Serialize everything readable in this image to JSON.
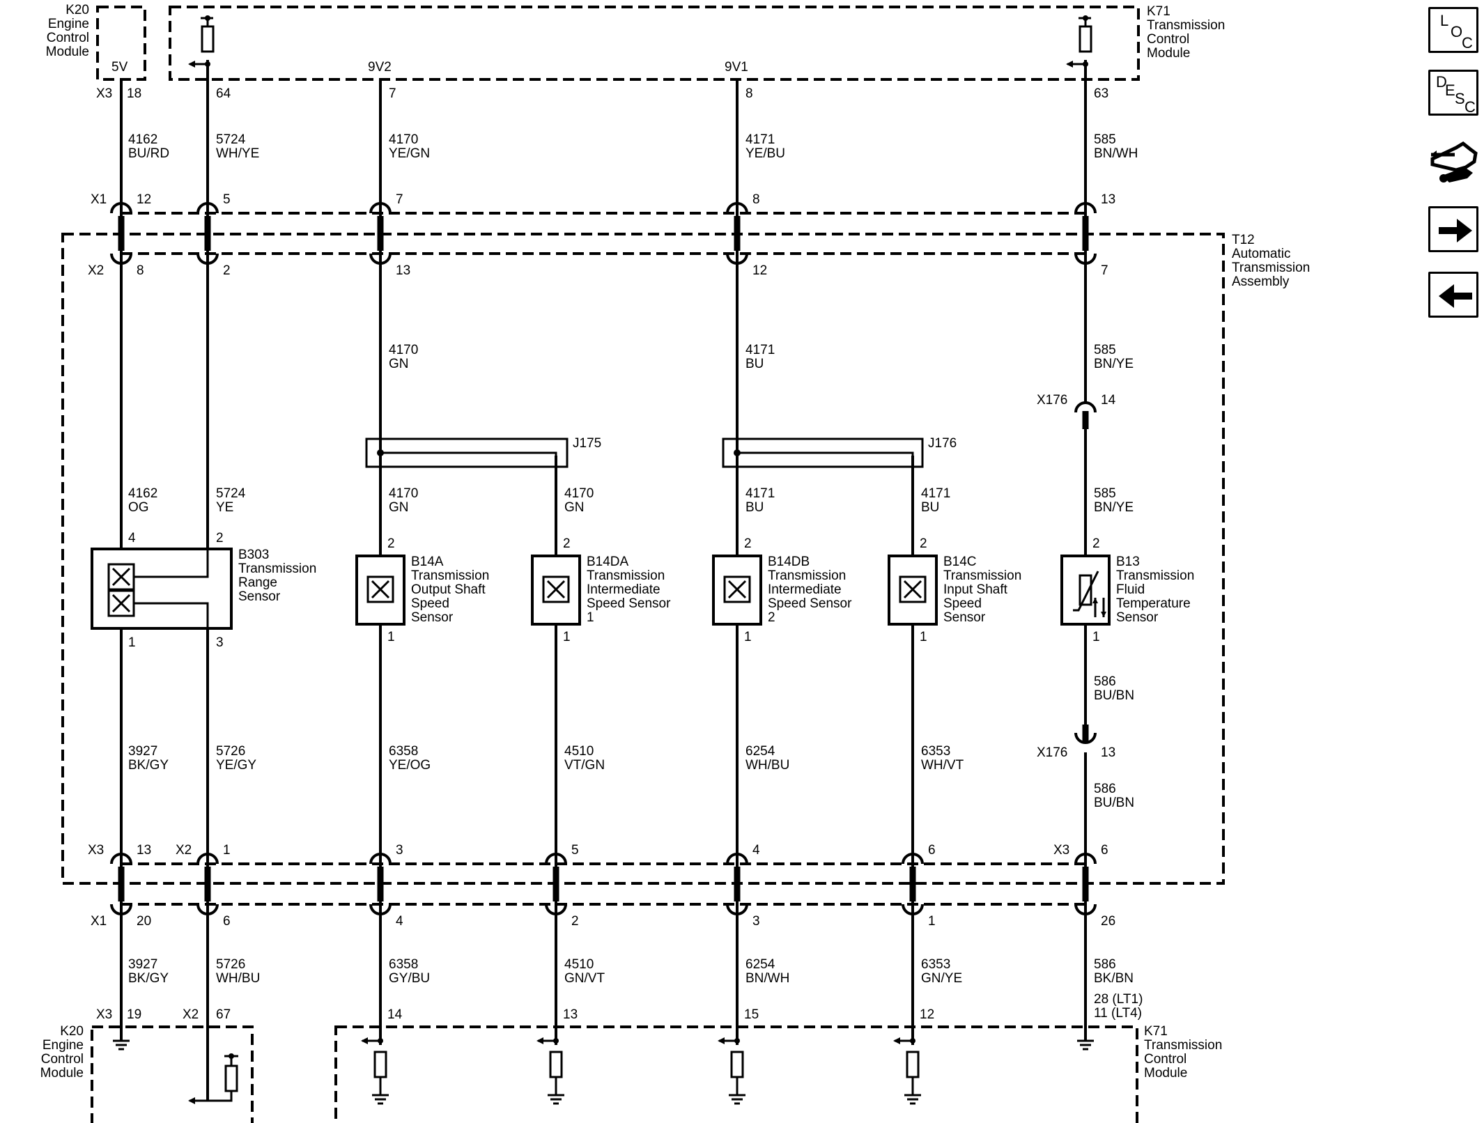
{
  "modules": {
    "k20_top": {
      "ref": "K20",
      "lines": [
        "Engine",
        "Control",
        "Module"
      ]
    },
    "k71_top": {
      "ref": "K71",
      "lines": [
        "Transmission",
        "Control",
        "Module"
      ]
    },
    "k20_bottom": {
      "ref": "K20",
      "lines": [
        "Engine",
        "Control",
        "Module"
      ]
    },
    "k71_bottom": {
      "ref": "K71",
      "lines": [
        "Transmission",
        "Control",
        "Module"
      ]
    },
    "t12": {
      "ref": "T12",
      "lines": [
        "Automatic",
        "Transmission",
        "Assembly"
      ]
    }
  },
  "supplies": {
    "v5": "5V",
    "v9v2": "9V2",
    "v9v1": "9V1"
  },
  "connectors": {
    "x1": "X1",
    "x2": "X2",
    "x3": "X3",
    "x176": "X176",
    "j175": "J175",
    "j176": "J176"
  },
  "pins": {
    "top_module": [
      "18",
      "64",
      "7",
      "8",
      "63"
    ],
    "x1_top": [
      "12",
      "5",
      "7",
      "8",
      "13"
    ],
    "x2_top": [
      "8",
      "2",
      "13",
      "12",
      "7"
    ],
    "x176_a": "14",
    "x176_b": "13",
    "b303": [
      "4",
      "2",
      "1",
      "3"
    ],
    "b14a": [
      "2",
      "1"
    ],
    "b14da": [
      "2",
      "1"
    ],
    "b14db": [
      "2",
      "1"
    ],
    "b14c": [
      "2",
      "1"
    ],
    "b13": [
      "2",
      "1"
    ],
    "harness_bottom": [
      "13",
      "1",
      "3",
      "5",
      "4",
      "6",
      "6"
    ],
    "x1_bottom": [
      "20",
      "6",
      "4",
      "2",
      "3",
      "1",
      "26"
    ],
    "bottom_module": [
      "19",
      "67",
      "14",
      "13",
      "15",
      "12"
    ],
    "b_k71_pin_a": "28 (LT1)",
    "b_k71_pin_b": "11 (LT4)"
  },
  "wires": {
    "w1": [
      "4162",
      "BU/RD"
    ],
    "w2": [
      "5724",
      "WH/YE"
    ],
    "w3": [
      "4170",
      "YE/GN"
    ],
    "w4": [
      "4171",
      "YE/BU"
    ],
    "w5": [
      "585",
      "BN/WH"
    ],
    "w6": [
      "4170",
      "GN"
    ],
    "w7": [
      "4171",
      "BU"
    ],
    "w8": [
      "585",
      "BN/YE"
    ],
    "w9": [
      "4162",
      "OG"
    ],
    "w10": [
      "5724",
      "YE"
    ],
    "w11": [
      "4170",
      "GN"
    ],
    "w12": [
      "4170",
      "GN"
    ],
    "w13": [
      "4171",
      "BU"
    ],
    "w14": [
      "4171",
      "BU"
    ],
    "w15": [
      "585",
      "BN/YE"
    ],
    "w16": [
      "586",
      "BU/BN"
    ],
    "w17": [
      "3927",
      "BK/GY"
    ],
    "w18": [
      "5726",
      "YE/GY"
    ],
    "w19": [
      "6358",
      "YE/OG"
    ],
    "w20": [
      "4510",
      "VT/GN"
    ],
    "w21": [
      "6254",
      "WH/BU"
    ],
    "w22": [
      "6353",
      "WH/VT"
    ],
    "w23": [
      "586",
      "BU/BN"
    ],
    "w24": [
      "3927",
      "BK/GY"
    ],
    "w25": [
      "5726",
      "WH/BU"
    ],
    "w26": [
      "6358",
      "GY/BU"
    ],
    "w27": [
      "4510",
      "GN/VT"
    ],
    "w28": [
      "6254",
      "BN/WH"
    ],
    "w29": [
      "6353",
      "GN/YE"
    ],
    "w30": [
      "586",
      "BK/BN"
    ]
  },
  "components": {
    "b303": {
      "ref": "B303",
      "lines": [
        "Transmission",
        "Range",
        "Sensor"
      ]
    },
    "b14a": {
      "ref": "B14A",
      "lines": [
        "Transmission",
        "Output Shaft",
        "Speed",
        "Sensor"
      ]
    },
    "b14da": {
      "ref": "B14DA",
      "lines": [
        "Transmission",
        "Intermediate",
        "Speed Sensor",
        "1"
      ]
    },
    "b14db": {
      "ref": "B14DB",
      "lines": [
        "Transmission",
        "Intermediate",
        "Speed Sensor",
        "2"
      ]
    },
    "b14c": {
      "ref": "B14C",
      "lines": [
        "Transmission",
        "Input Shaft",
        "Speed",
        "Sensor"
      ]
    },
    "b13": {
      "ref": "B13",
      "lines": [
        "Transmission",
        "Fluid",
        "Temperature",
        "Sensor"
      ]
    }
  },
  "nav": {
    "loc": [
      "L",
      "O",
      "C"
    ],
    "desc": [
      "D",
      "E",
      "S",
      "C"
    ],
    "icons": [
      "connector-end-view-icon",
      "next-page-arrow-icon",
      "previous-page-arrow-icon"
    ]
  }
}
